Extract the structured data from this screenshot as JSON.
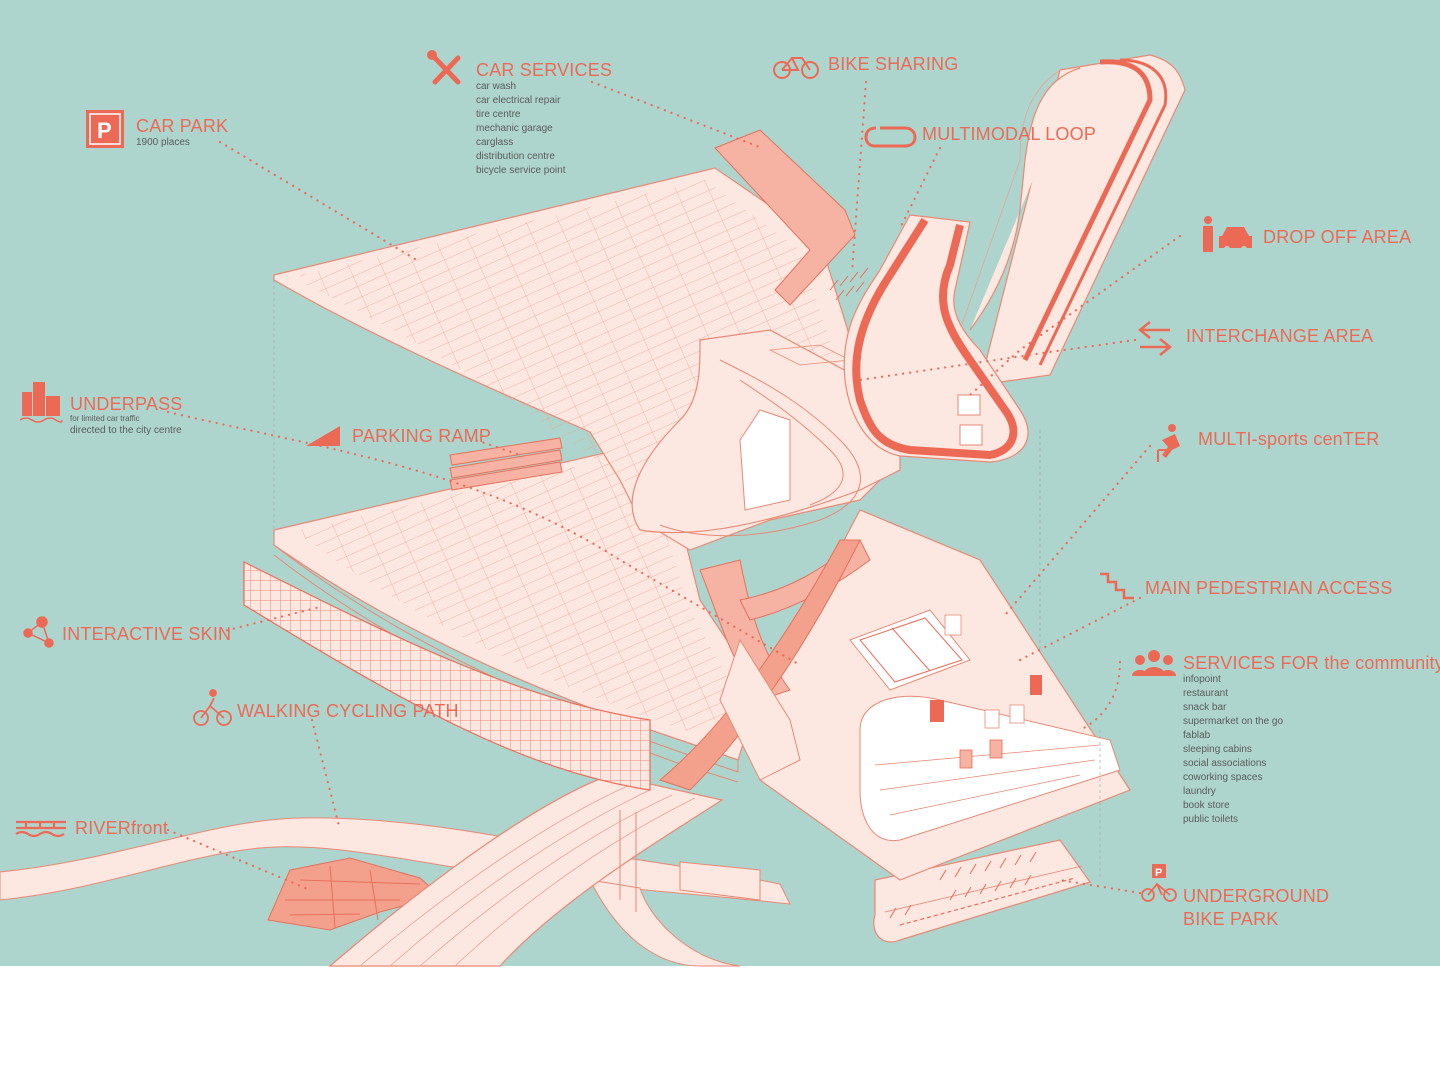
{
  "colors": {
    "background": "#aed5cd",
    "accent": "#ec6a55",
    "fill_light": "#fde8e1",
    "fill_mid": "#f6b3a3",
    "line": "#e88975",
    "sub_text": "#5a5a5a"
  },
  "labels": {
    "car_park": {
      "title": "CAR PARK",
      "sub": "1900 places",
      "icon": "parking-sign-icon"
    },
    "car_services": {
      "title": "CAR SERVICES",
      "items": [
        "car wash",
        "car electrical repair",
        "tire centre",
        "mechanic garage",
        "carglass",
        "distribution centre",
        "bicycle service point"
      ],
      "icon": "wrench-screwdriver-icon"
    },
    "bike_sharing": {
      "title": "BIKE SHARING",
      "icon": "bicycle-icon"
    },
    "multimodal_loop": {
      "title": "MULTIMODAL LOOP",
      "icon": "loop-arrows-icon"
    },
    "drop_off": {
      "title": "DROP OFF AREA",
      "icon": "person-car-icon"
    },
    "interchange": {
      "title": "INTERCHANGE AREA",
      "icon": "swap-arrows-icon"
    },
    "underpass": {
      "title": "UNDERPASS",
      "sub1": "for limited car traffic",
      "sub2": "directed to the city centre",
      "icon": "city-buildings-icon"
    },
    "parking_ramp": {
      "title": "PARKING RAMP",
      "icon": "ramp-triangle-icon"
    },
    "multisports": {
      "title": "MULTI-sports cenTER",
      "icon": "hurdle-runner-icon"
    },
    "pedestrian": {
      "title": "MAIN PEDESTRIAN ACCESS",
      "icon": "stairs-icon"
    },
    "interactive_skin": {
      "title": "INTERACTIVE SKIN",
      "icon": "network-nodes-icon"
    },
    "services_community": {
      "title": "SERVICES FOR the community",
      "items": [
        "infopoint",
        "restaurant",
        "snack bar",
        "supermarket on the go",
        "fablab",
        "sleeping cabins",
        "social associations",
        "coworking spaces",
        "laundry",
        "book store",
        "public toilets"
      ],
      "icon": "people-group-icon"
    },
    "walking_cycling": {
      "title": "WALKING CYCLING PATH",
      "icon": "cyclist-icon"
    },
    "riverfront": {
      "title": "RIVERfront",
      "icon": "waves-bridge-icon"
    },
    "underground_bike": {
      "title1": "UNDERGROUND",
      "title2": "BIKE PARK",
      "icon": "bike-parking-icon"
    }
  }
}
